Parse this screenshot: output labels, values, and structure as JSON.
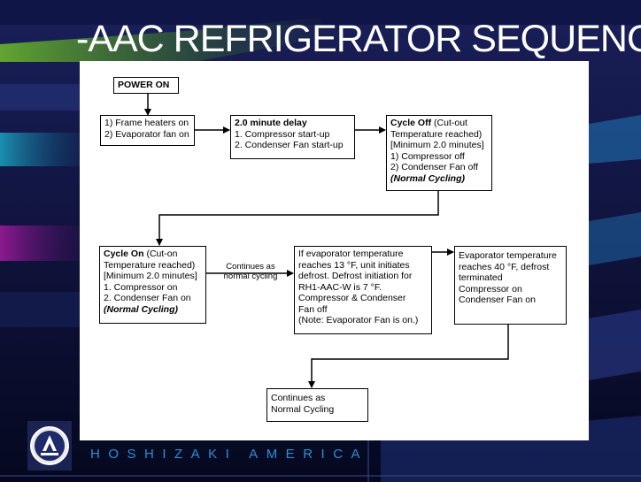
{
  "slide": {
    "title": "-AAC REFRIGERATOR SEQUENCE",
    "footer": "HOSHIZAKI AMERICA",
    "logo_icon": "hoshizaki-logo-icon"
  },
  "colors": {
    "background": "#0b0f3a",
    "title": "#ffffff",
    "footer": "#2f8fd6",
    "stripe_green": "#6ab42d",
    "stripe_teal": "#1a8fb0",
    "stripe_purple": "#8b1a8f"
  },
  "nodes": {
    "power_on": {
      "lines": [
        "POWER ON"
      ]
    },
    "frame_heaters": {
      "lines": [
        "1) Frame heaters on",
        "2) Evaporator fan on"
      ]
    },
    "delay": {
      "heading": "2.0 minute delay",
      "lines": [
        "1. Compressor start-up",
        "2. Condenser Fan start-up"
      ]
    },
    "cycle_off": {
      "heading": "Cycle Off",
      "heading_rest": " (Cut-out",
      "lines": [
        "Temperature reached)",
        "[Minimum 2.0 minutes]",
        "1) Compressor off",
        "2) Condenser Fan off"
      ],
      "italic": "(Normal Cycling)"
    },
    "cycle_on": {
      "heading": "Cycle On",
      "heading_rest": " (Cut-on",
      "lines": [
        "Temperature reached)",
        "[Minimum 2.0 minutes]",
        "1. Compressor on",
        "2. Condenser Fan on"
      ],
      "italic": "(Normal Cycling)"
    },
    "defrost_init": {
      "lines": [
        "If evaporator temperature",
        "reaches 13 °F, unit initiates",
        "defrost.  Defrost initiation for",
        "RH1-AAC-W is 7 °F.",
        "Compressor & Condenser",
        "Fan off",
        "(Note: Evaporator Fan is on.)"
      ]
    },
    "defrost_end": {
      "lines": [
        "Evaporator temperature",
        "reaches 40 °F, defrost",
        "terminated",
        "Compressor on",
        "Condenser Fan on"
      ]
    },
    "continues": {
      "lines": [
        "Continues as",
        "Normal Cycling"
      ]
    }
  },
  "edge_labels": {
    "cycle_on_to_defrost": [
      "Continues as",
      "normal cycling"
    ]
  }
}
